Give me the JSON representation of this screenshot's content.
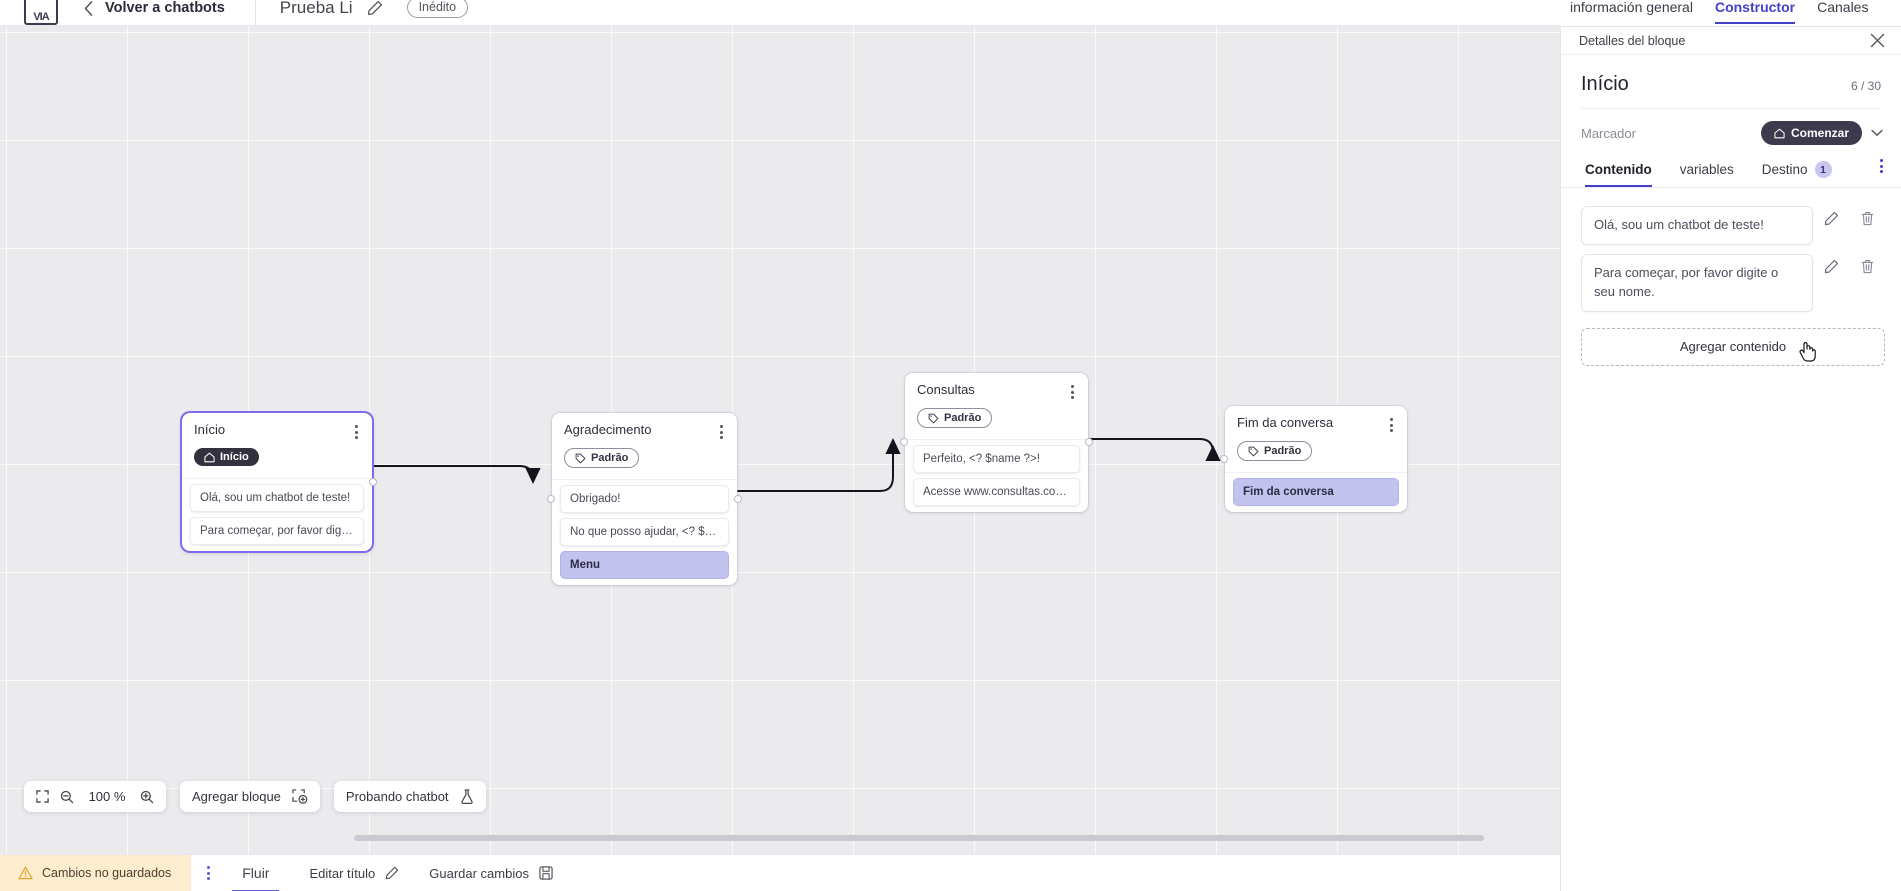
{
  "topbar": {
    "logo_text": "VIA",
    "back_label": "Volver a chatbots",
    "doc_title": "Prueba Li",
    "status_badge": "Inédito"
  },
  "right_tabs": [
    {
      "label": "información general",
      "active": false
    },
    {
      "label": "Constructor",
      "active": true
    },
    {
      "label": "Canales",
      "active": false
    }
  ],
  "canvas": {
    "zoom": "100 %",
    "add_block_label": "Agregar bloque",
    "test_chatbot_label": "Probando chatbot",
    "nodes": [
      {
        "title": "Início",
        "pill": "Início",
        "pill_style": "dark",
        "messages": [
          {
            "text": "Olá, sou um chatbot de teste!",
            "highlight": false
          },
          {
            "text": "Para começar, por favor digite o ...",
            "highlight": false
          }
        ]
      },
      {
        "title": "Agradecimento",
        "pill": "Padrão",
        "pill_style": "light",
        "messages": [
          {
            "text": "Obrigado!",
            "highlight": false
          },
          {
            "text": "No que posso ajudar, <? $name ...",
            "highlight": false
          },
          {
            "text": "Menu",
            "highlight": true
          }
        ]
      },
      {
        "title": "Consultas",
        "pill": "Padrão",
        "pill_style": "light",
        "messages": [
          {
            "text": "Perfeito, <? $name ?>!",
            "highlight": false
          },
          {
            "text": "Acesse www.consultas.com par...",
            "highlight": false
          }
        ]
      },
      {
        "title": "Fim da conversa",
        "pill": "Padrão",
        "pill_style": "light",
        "messages": [
          {
            "text": "Fim da conversa",
            "highlight": true
          }
        ]
      }
    ]
  },
  "statusbar": {
    "unsaved_label": "Cambios no guardados",
    "flow_tab": "Fluir",
    "edit_title_label": "Editar título",
    "save_label": "Guardar cambios"
  },
  "panel": {
    "header_title": "Detalles del bloque",
    "block_title": "Início",
    "count": "6 / 30",
    "marker_label": "Marcador",
    "marker_value": "Comenzar",
    "tabs": [
      {
        "label": "Contenido",
        "badge": "",
        "active": true
      },
      {
        "label": "variables",
        "badge": "",
        "active": false
      },
      {
        "label": "Destino",
        "badge": "1",
        "active": false
      }
    ],
    "contents": [
      {
        "text": "Olá, sou um chatbot de teste!"
      },
      {
        "text": "Para começar, por favor digite o seu nome."
      }
    ],
    "add_content_label": "Agregar contenido"
  },
  "colors": {
    "accent": "#4340c9",
    "highlight": "#c3c3ef",
    "warning_bg": "#fdeccd",
    "node_dark": "#32323f"
  }
}
